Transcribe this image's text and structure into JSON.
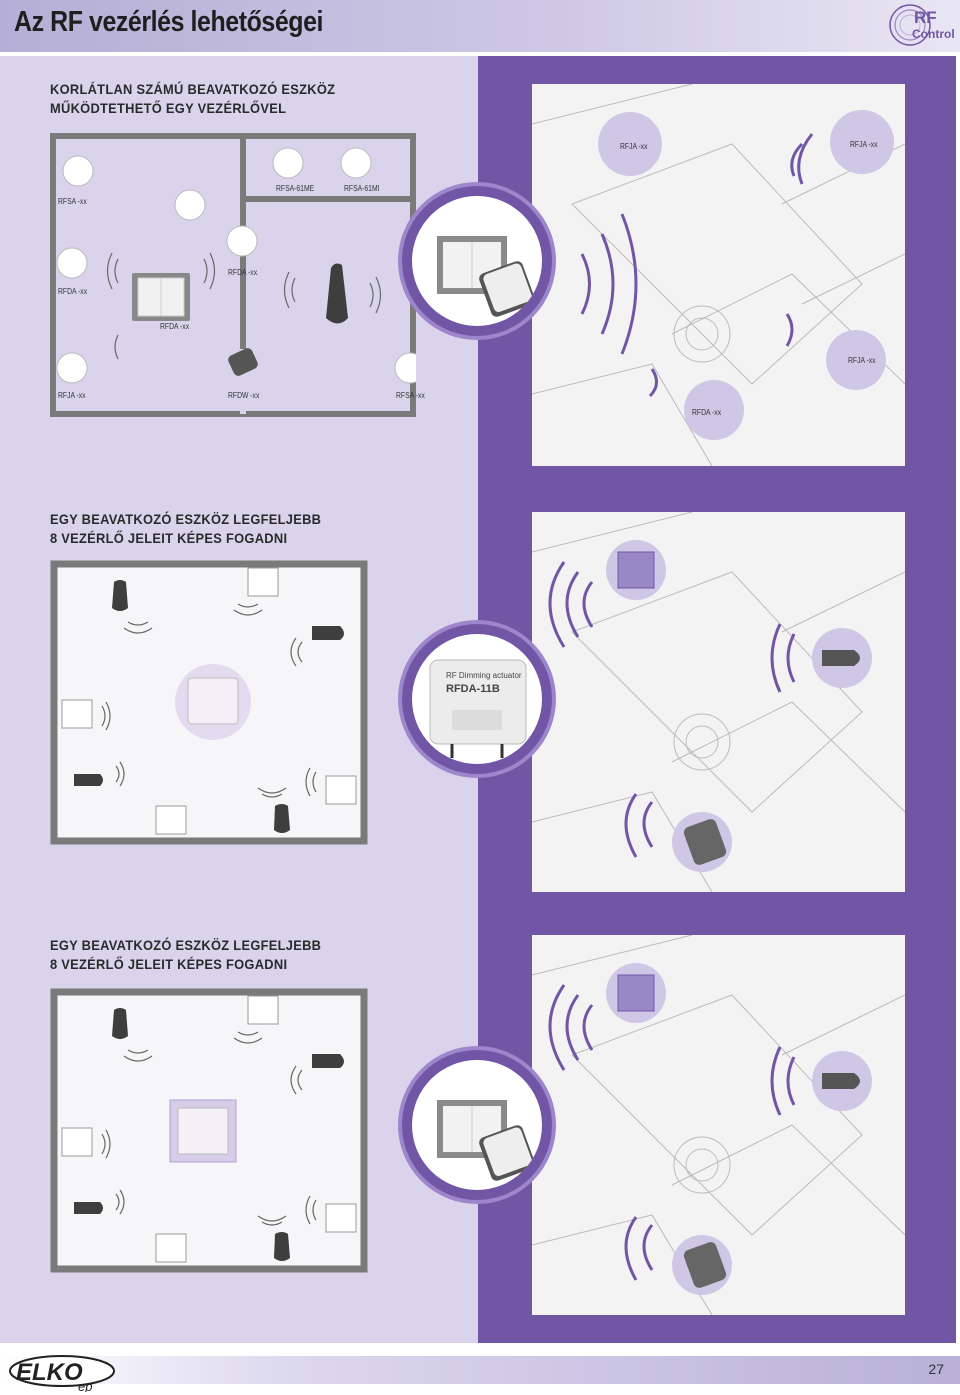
{
  "header": {
    "title": "Az RF vezérlés lehetőségei",
    "logo_text": "RF Control"
  },
  "section1": {
    "heading_line1": "KORLÁTLAN SZÁMÚ BEAVATKOZÓ ESZKÖZ",
    "heading_line2": "MŰKÖDTETHETŐ EGY VEZÉRLŐVEL",
    "plan_labels": {
      "rfsa_tl": "RFSA -xx",
      "rfsa61me": "RFSA-61ME",
      "rfsa61mi": "RFSA-61MI",
      "rfda_l": "RFDA -xx",
      "rfda_mid": "RFDA -xx",
      "rfda_sw": "RFDA -xx",
      "rfja_bl": "RFJA -xx",
      "rfdw": "RFDW -xx",
      "rfsa_br": "RFSA -xx"
    },
    "photo_labels": {
      "rfja_1": "RFJA -xx",
      "rfja_2": "RFJA -xx",
      "rfja_3": "RFJA -xx",
      "rfda": "RFDA -xx"
    }
  },
  "section2": {
    "heading_line1": "EGY BEAVATKOZÓ ESZKÖZ LEGFELJEBB",
    "heading_line2": "8 VEZÉRLŐ JELEIT KÉPES FOGADNI",
    "device_label_top": "RF Dimming actuator",
    "device_label_model": "RFDA-11B"
  },
  "section3": {
    "heading_line1": "EGY BEAVATKOZÓ ESZKÖZ LEGFELJEBB",
    "heading_line2": "8 VEZÉRLŐ JELEIT KÉPES FOGADNI"
  },
  "footer": {
    "brand": "ELKO ep",
    "page_number": "27"
  },
  "colors": {
    "panel_light": "#d9d4ec",
    "panel_dark": "#7256a6",
    "accent": "#9d86cb",
    "wall": "#777777"
  }
}
